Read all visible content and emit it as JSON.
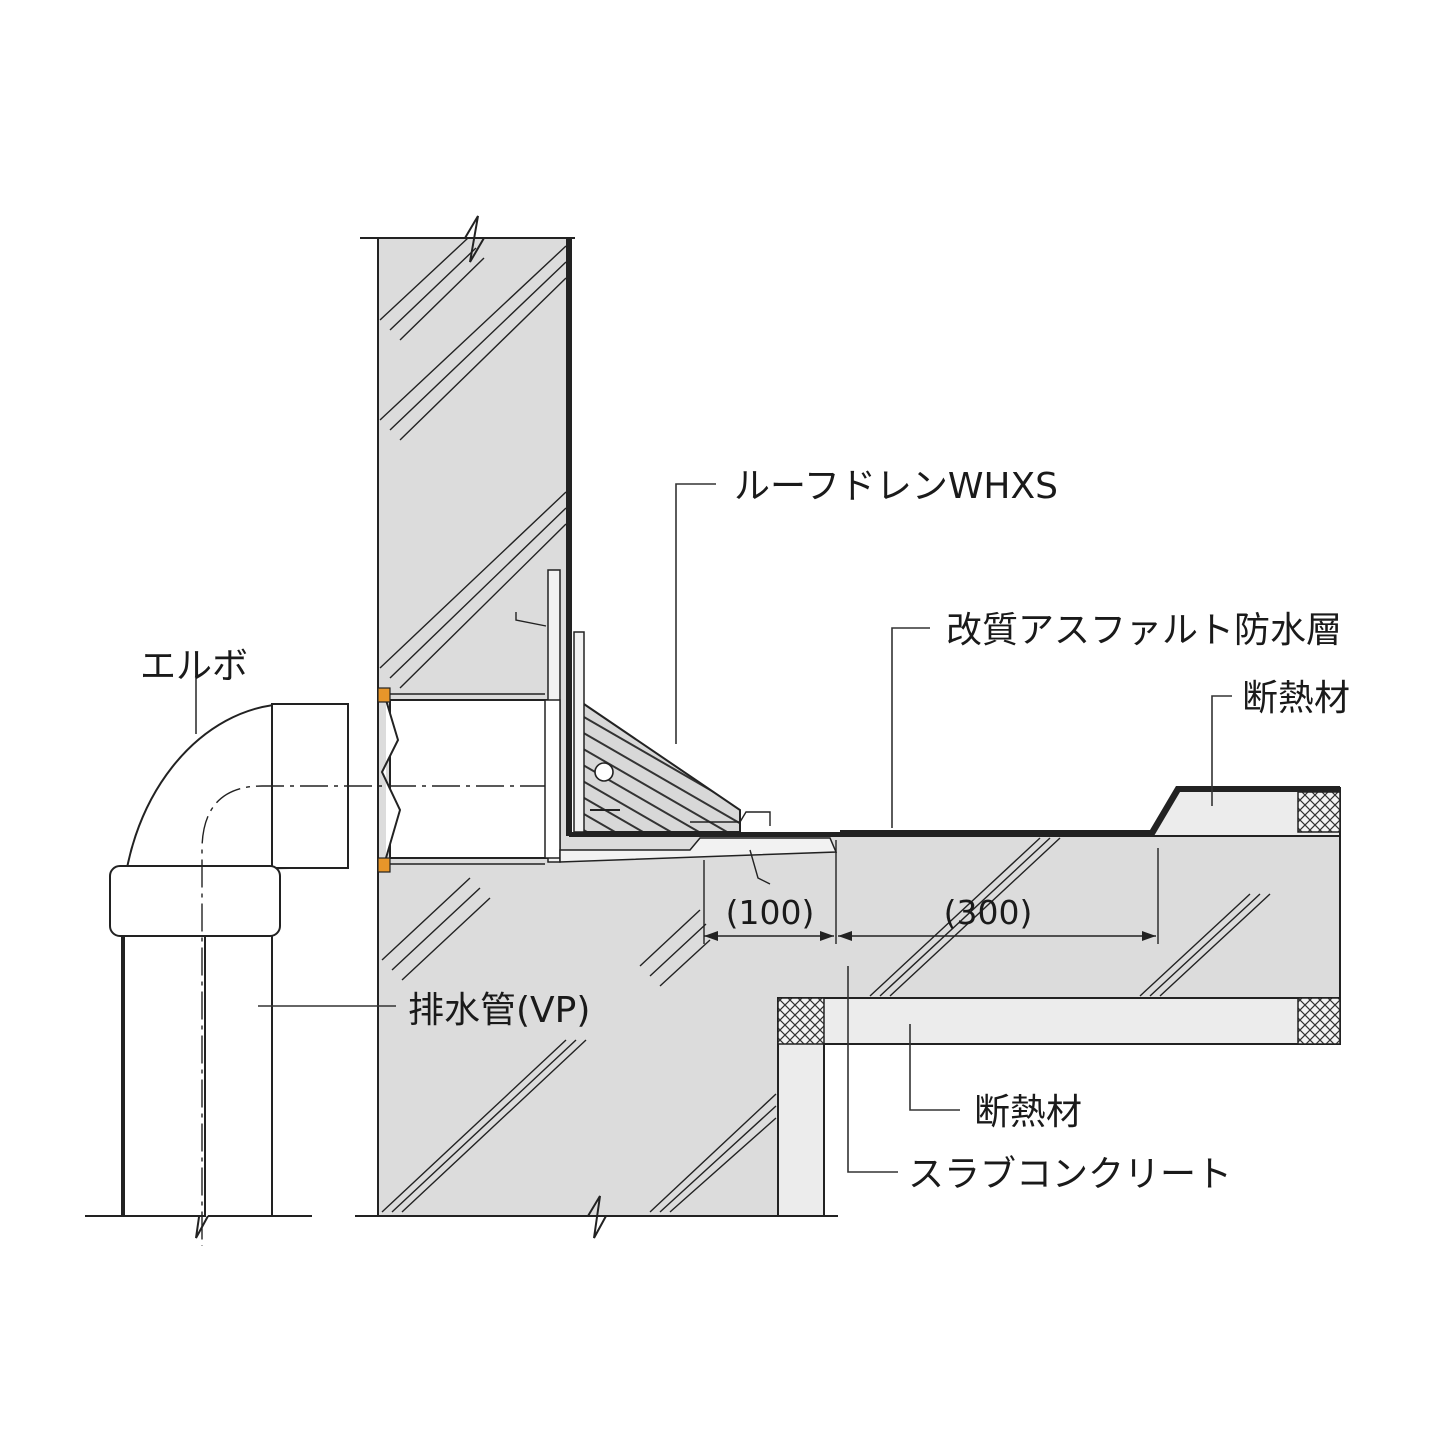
{
  "labels": {
    "roof_drain": "ルーフドレンWHXS",
    "waterproof_layer": "改質アスファルト防水層",
    "insulation_top": "断熱材",
    "elbow": "エルボ",
    "drain_pipe": "排水管(VP)",
    "insulation_bottom": "断熱材",
    "slab_concrete": "スラブコンクリート"
  },
  "dimensions": {
    "d1": "(100)",
    "d2": "(300)"
  },
  "colors": {
    "concrete": "#dcdcdc",
    "insulation": "#ececec",
    "pipe": "#ffffff",
    "seal": "#e8962a",
    "line": "#222222"
  }
}
